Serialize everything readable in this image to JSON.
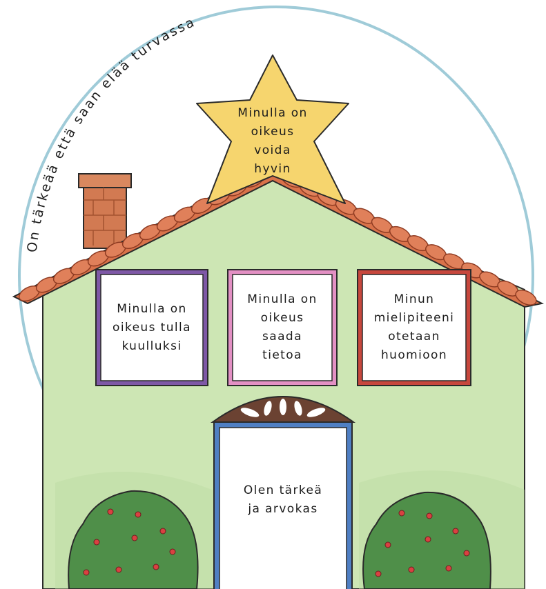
{
  "arc_text": "On tärkeää että saan elää turvassa",
  "star": {
    "lines": [
      "Minulla on",
      "oikeus",
      "voida",
      "hyvin"
    ]
  },
  "windows": [
    {
      "lines": [
        "Minulla on",
        "oikeus tulla",
        "kuulluksi"
      ],
      "frame_color": "#7e58a6"
    },
    {
      "lines": [
        "Minulla on",
        "oikeus",
        "saada",
        "tietoa"
      ],
      "frame_color": "#e390c4"
    },
    {
      "lines": [
        "Minun",
        "mielipiteeni",
        "otetaan",
        "huomioon"
      ],
      "frame_color": "#c7473d"
    }
  ],
  "door": {
    "lines": [
      "Olen tärkeä",
      "ja arvokas"
    ],
    "frame_color": "#4f7fc3"
  },
  "colors": {
    "circle": "#9fcbd8",
    "wall": "#cde6b4",
    "roof_tile": "#d9724a",
    "roof_tile_edge": "#a5452a",
    "chimney": "#d27a52",
    "star": "#f6d56e",
    "bush": "#4f8f49",
    "berry": "#d94141"
  }
}
